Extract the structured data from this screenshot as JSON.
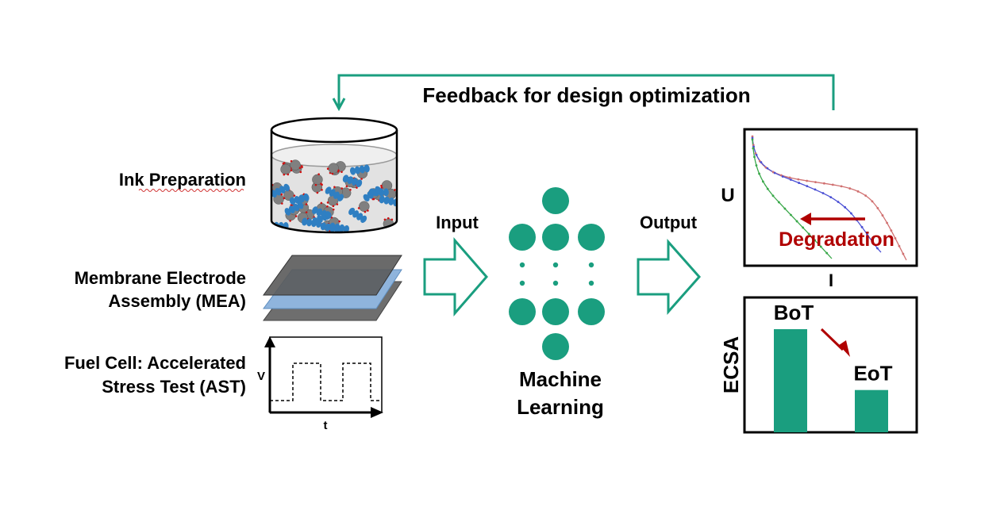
{
  "feedback": {
    "label": "Feedback for design optimization"
  },
  "inputs": {
    "ink": "Ink Preparation",
    "mea_line1": "Membrane Electrode",
    "mea_line2": "Assembly (MEA)",
    "ast_line1": "Fuel Cell: Accelerated",
    "ast_line2": "Stress Test (AST)",
    "ast_axis_y": "V",
    "ast_axis_x": "t"
  },
  "flow": {
    "input_label": "Input",
    "output_label": "Output"
  },
  "ml": {
    "line1": "Machine",
    "line2": "Learning"
  },
  "polarization": {
    "y_label": "U",
    "x_label": "I",
    "annotation": "Degradation"
  },
  "ecsa": {
    "y_label": "ECSA",
    "bars": [
      {
        "label": "BoT",
        "value": 1.0
      },
      {
        "label": "EoT",
        "value": 0.41
      }
    ]
  },
  "colors": {
    "teal": "#1a9e7f",
    "dark_red": "#b00000",
    "curve_blue": "#4a4fd4",
    "curve_green": "#3aa84a",
    "curve_red": "#d07070",
    "particle_blue": "#2f7fc2",
    "particle_gray": "#808080"
  }
}
